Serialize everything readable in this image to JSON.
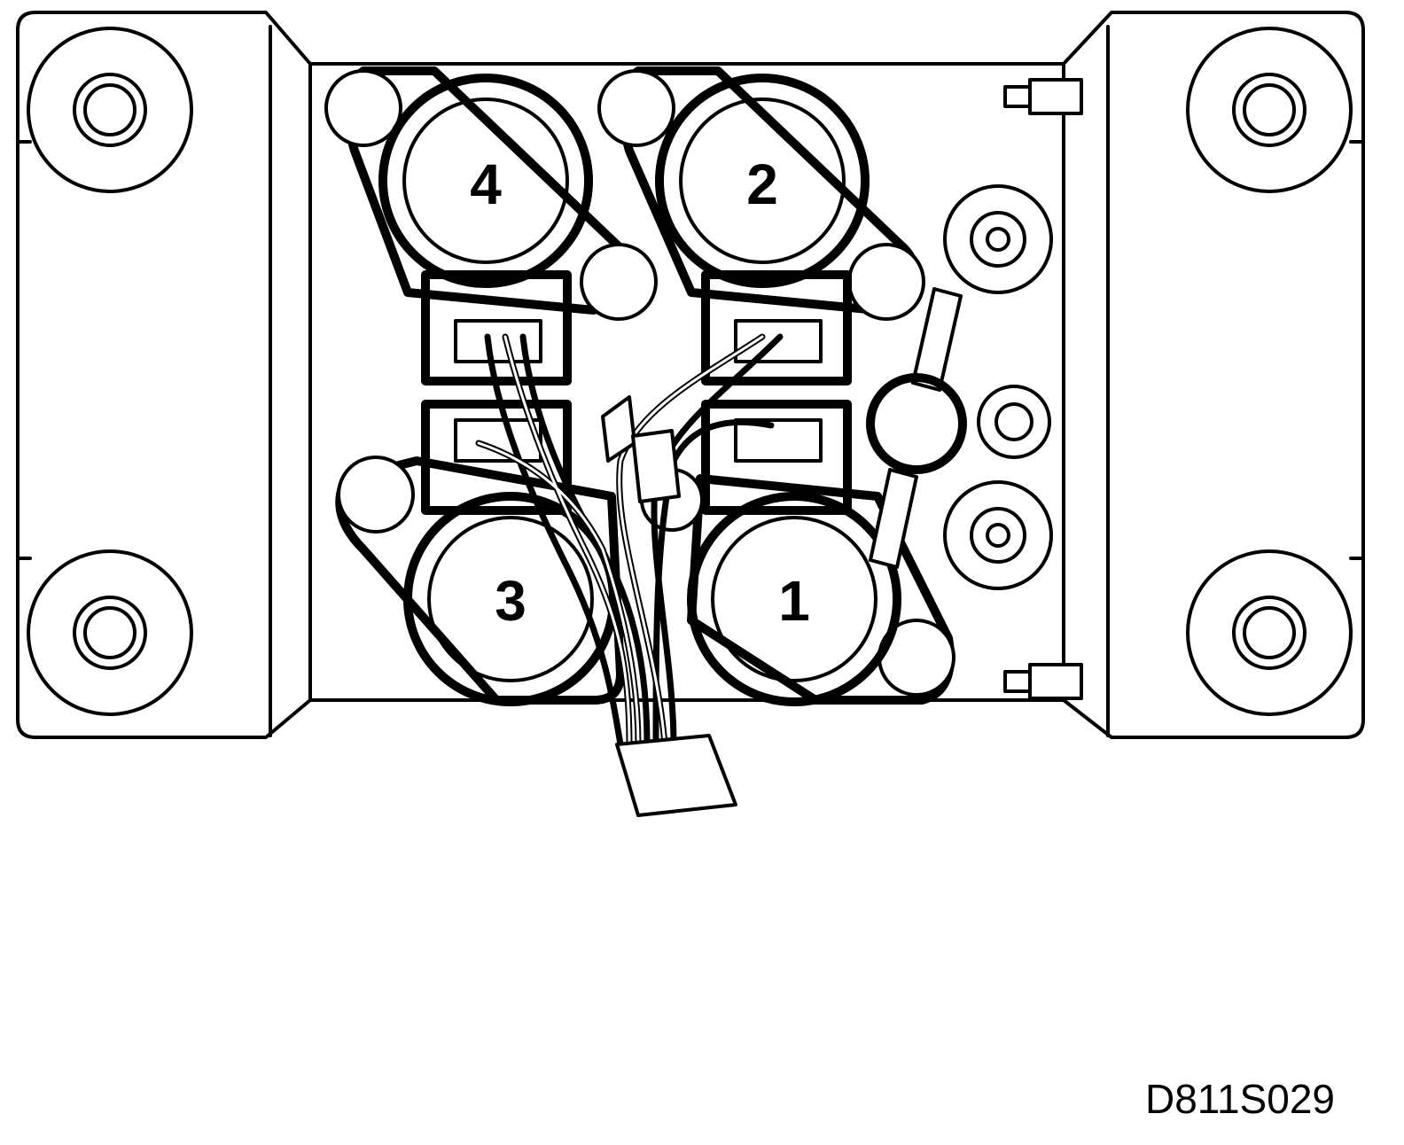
{
  "diagram": {
    "solenoids": [
      {
        "label": "1"
      },
      {
        "label": "2"
      },
      {
        "label": "3"
      },
      {
        "label": "4"
      }
    ],
    "reference_code": "D811S029"
  },
  "colors": {
    "line": "#000000",
    "background": "#ffffff"
  }
}
